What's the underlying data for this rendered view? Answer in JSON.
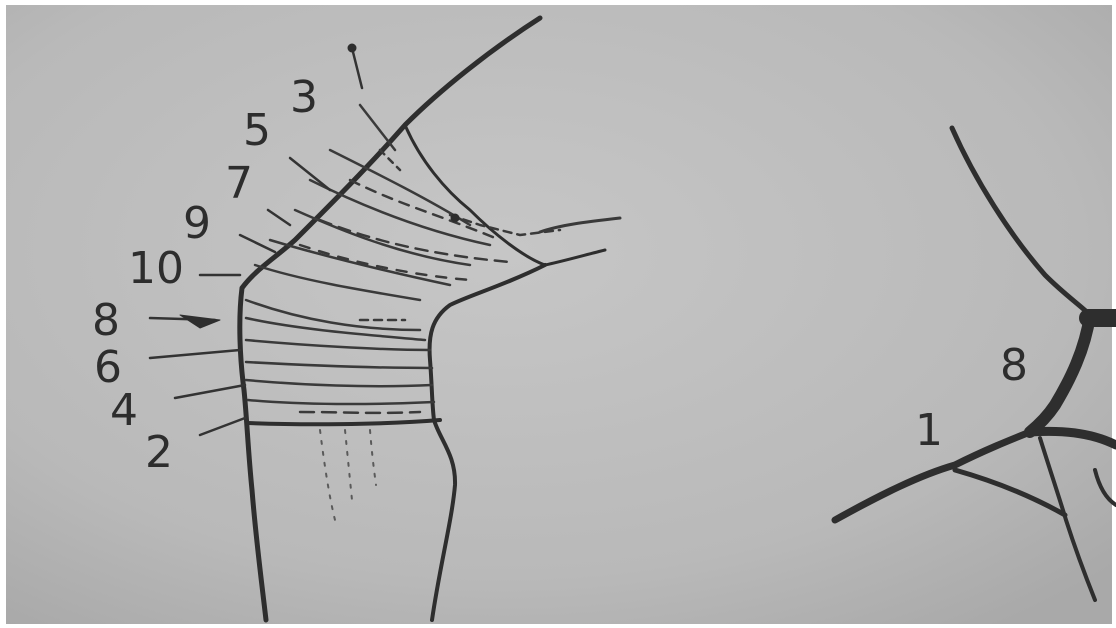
{
  "colors": {
    "paper_background": "#bcbcbc",
    "ink": "#2e2e2e",
    "faint_ink": "#5a5a5a"
  },
  "labels_left": {
    "n3": "3",
    "n5": "5",
    "n7": "7",
    "n9": "9",
    "n10": "10",
    "n8": "8",
    "n6": "6",
    "n4": "4",
    "n2": "2"
  },
  "labels_right": {
    "n8": "8",
    "n1": "1"
  }
}
